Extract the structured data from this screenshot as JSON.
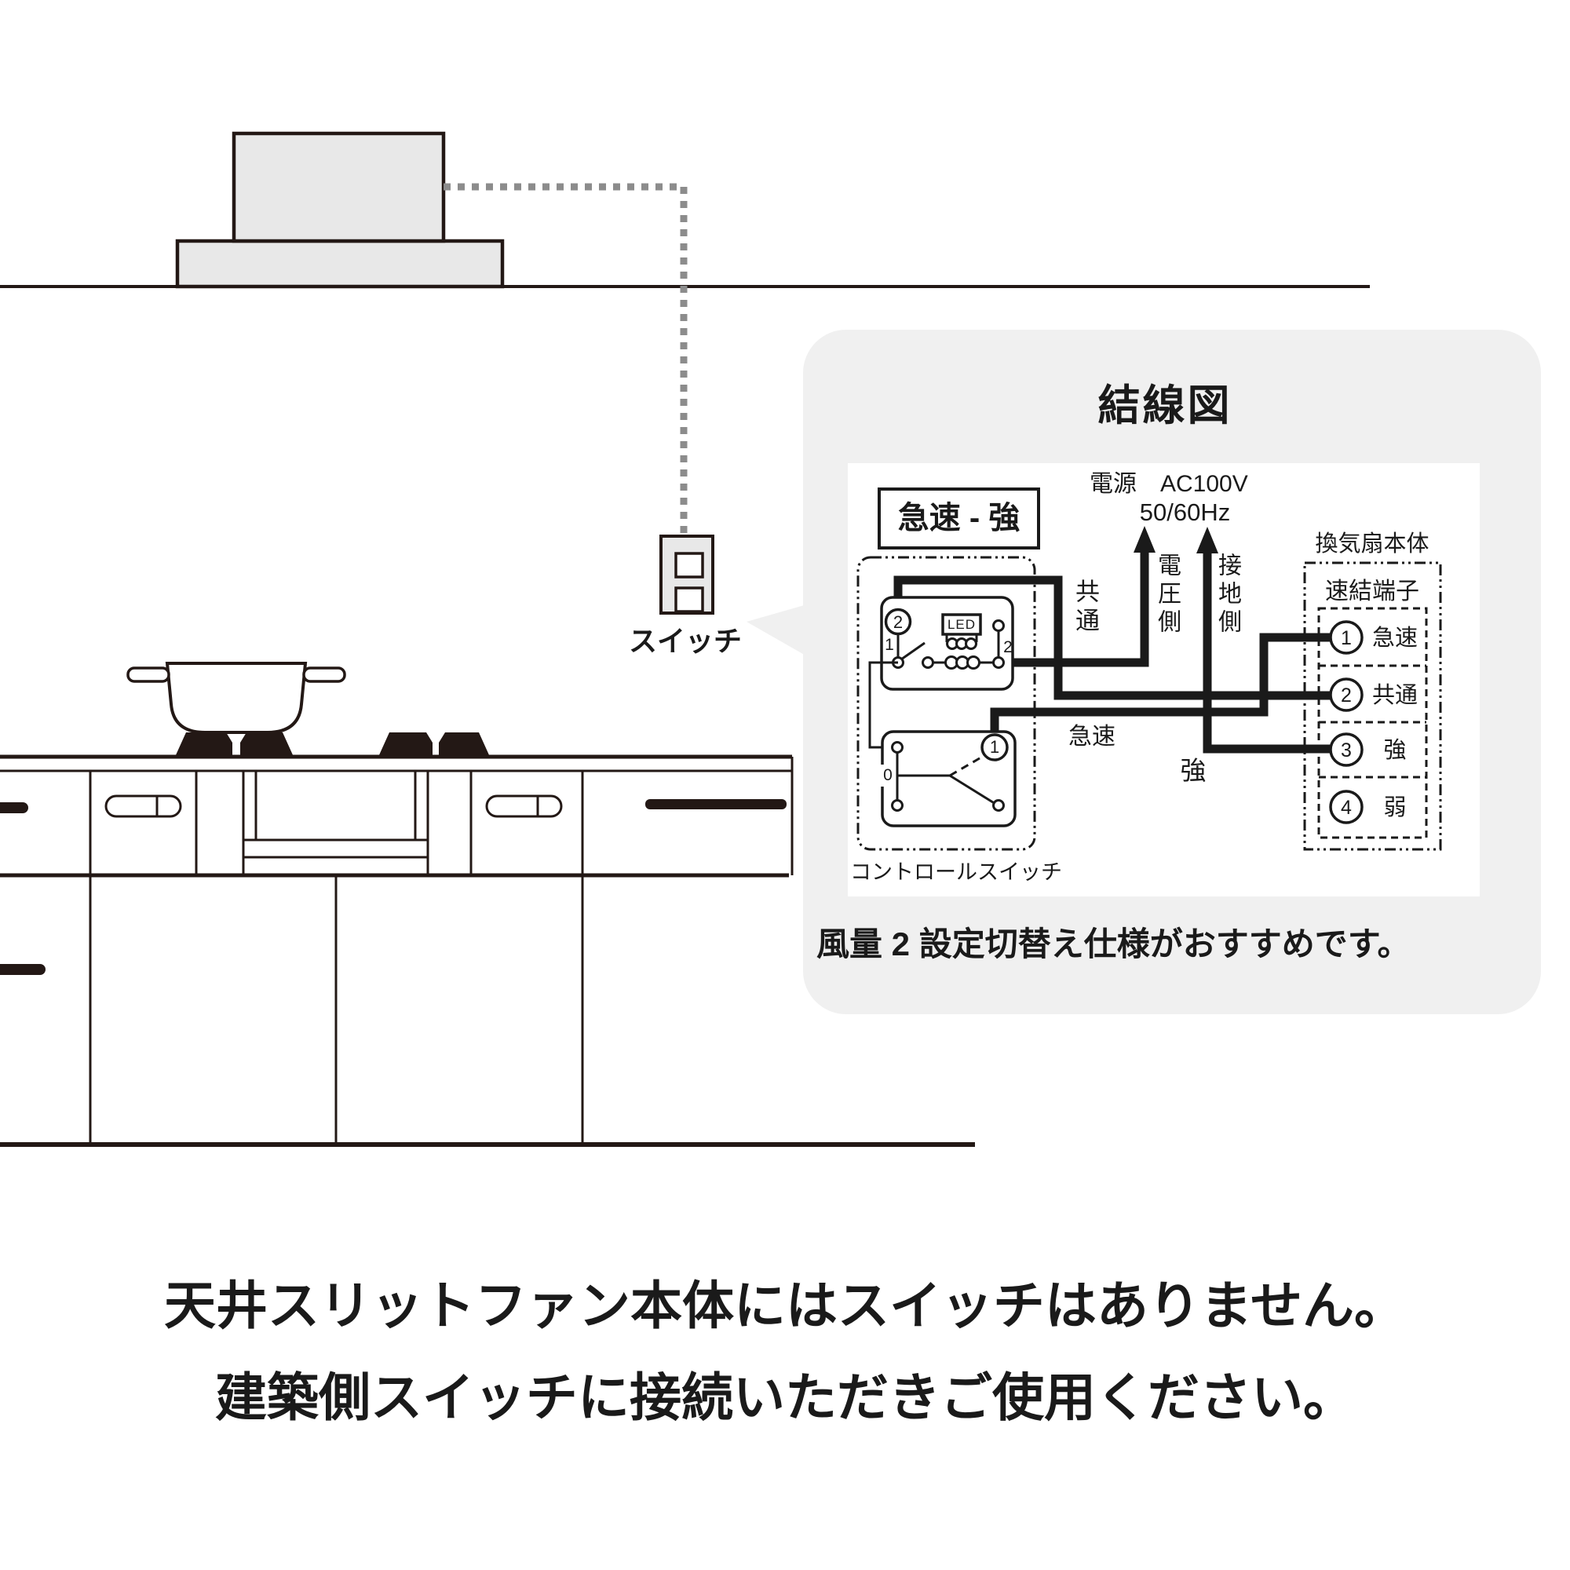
{
  "scene": {
    "switch_label": "スイッチ"
  },
  "callout": {
    "title": "結線図",
    "note": "風量 2 設定切替え仕様がおすすめです。"
  },
  "diagram": {
    "mode_label": "急速 - 強",
    "power_line1": "電源　AC100V",
    "power_line2": "50/60Hz",
    "common_label": "共通",
    "voltage_side_label": "電圧側",
    "ground_side_label": "接地側",
    "wire_rapid_label": "急速",
    "wire_strong_label": "強",
    "control_switch_label": "コントロールスイッチ",
    "fan_body_label": "換気扇本体",
    "terminal_header": "速結端子",
    "upper_switch": {
      "circled2": "2",
      "pole1": "1",
      "pole2": "2",
      "led": "LED"
    },
    "lower_switch": {
      "circled1": "1",
      "pole0": "0"
    },
    "terminals": [
      {
        "num": "1",
        "label": "急速"
      },
      {
        "num": "2",
        "label": "共通"
      },
      {
        "num": "3",
        "label": "強"
      },
      {
        "num": "4",
        "label": "弱"
      }
    ]
  },
  "caption": {
    "line1": "天井スリットファン本体にはスイッチはありません。",
    "line2": "建築側スイッチに接続いただきご使用ください。"
  },
  "colors": {
    "line_art": "#231815",
    "wire_black": "#1a1a1a",
    "light_gray_fill": "#e8e8e8",
    "callout_gray": "#f0f0f0",
    "cable_dot_gray": "#8c8c8c"
  }
}
